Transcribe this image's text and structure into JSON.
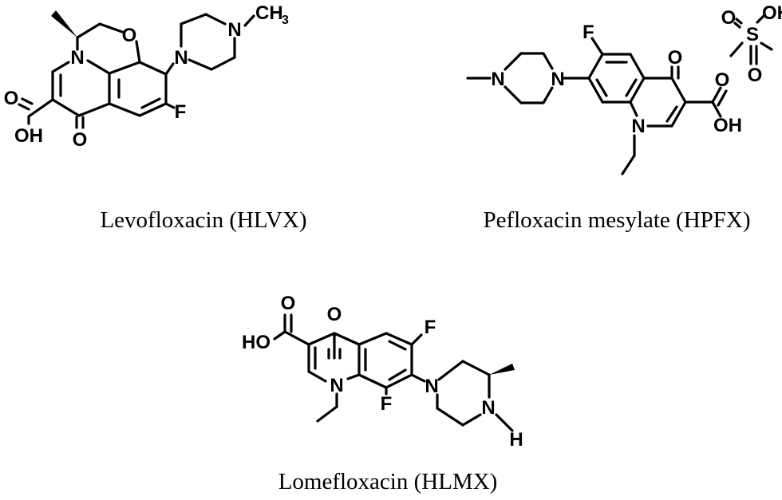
{
  "captions": {
    "levofloxacin": "Levofloxacin (HLVX)",
    "pefloxacin": "Pefloxacin mesylate (HPFX)",
    "lomefloxacin": "Lomefloxacin (HLMX)"
  },
  "levofloxacin": {
    "o_ring": "O",
    "n_ring": "N",
    "n_pip1": "N",
    "n_pip2": "N",
    "ch": "CH",
    "ch_sub": "3",
    "f": "F",
    "o_acid1": "O",
    "oh_acid": "OH",
    "o_keto": "O"
  },
  "pefloxacin": {
    "f": "F",
    "o_keto": "O",
    "n_pip1": "N",
    "n_pip2": "N",
    "n_ring": "N",
    "o_acid1": "O",
    "oh_acid": "OH",
    "s": "S",
    "o_s1": "O",
    "o_s2": "O",
    "oh_s": "OH"
  },
  "lomefloxacin": {
    "o_keto": "O",
    "o_acid1": "O",
    "ho_acid": "HO",
    "f1": "F",
    "f2": "F",
    "n_ring": "N",
    "n_pip1": "N",
    "n_pip2": "N",
    "h": "H"
  }
}
